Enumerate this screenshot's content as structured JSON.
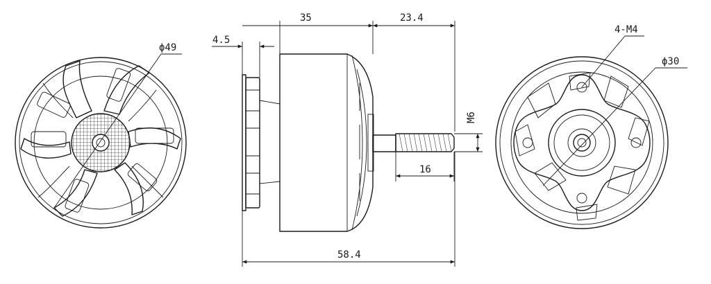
{
  "dimensions": {
    "front_diameter": "ϕ49",
    "flange_thickness": "4.5",
    "body_length": "35",
    "shaft_length": "23.4",
    "thread_size": "M6",
    "thread_length": "16",
    "overall_length": "58.4",
    "mount_holes": "4-M4",
    "mount_circle": "ϕ30"
  }
}
